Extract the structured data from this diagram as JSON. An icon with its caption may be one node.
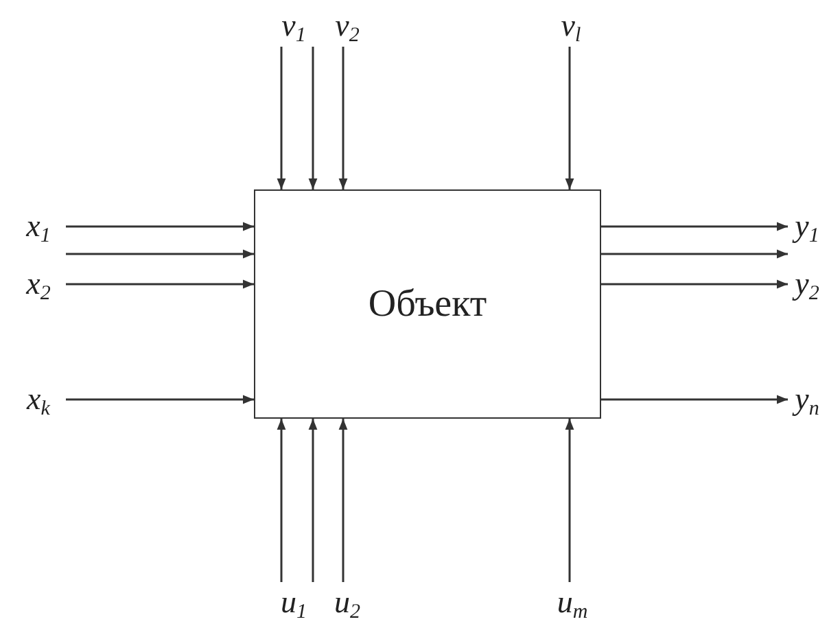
{
  "diagram": {
    "nodes": [
      {
        "text": [
          "Объект"
        ]
      },
      {
        "text": [
          "x$_{1}$"
        ]
      },
      {
        "text": [
          "x$_{2}$"
        ]
      },
      {
        "text": [
          "x$_{k}$"
        ]
      },
      {
        "text": [
          "v$_{1}$"
        ]
      },
      {
        "text": [
          "v$_{2}$"
        ]
      },
      {
        "text": [
          "v$_{l}$"
        ]
      },
      {
        "text": [
          "y$_{1}$"
        ]
      },
      {
        "text": [
          "y$_{2}$"
        ]
      },
      {
        "text": [
          "y$_{n}$"
        ]
      },
      {
        "text": [
          "u$_{1}$"
        ]
      },
      {
        "text": [
          "u$_{2}$"
        ]
      },
      {
        "text": [
          "u$_{m}$"
        ]
      }
    ],
    "edges": [
      {
        "from": 1,
        "to": 0,
        "arrow": "to"
      },
      {
        "from": 1,
        "to": 0,
        "arrow": "to"
      },
      {
        "from": 2,
        "to": 0,
        "arrow": "to"
      },
      {
        "from": 3,
        "to": 0,
        "arrow": "to"
      },
      {
        "from": 4,
        "to": 0,
        "arrow": "to"
      },
      {
        "from": 4,
        "to": 0,
        "arrow": "to"
      },
      {
        "from": 5,
        "to": 0,
        "arrow": "to"
      },
      {
        "from": 6,
        "to": 0,
        "arrow": "to"
      },
      {
        "from": 0,
        "to": 7,
        "arrow": "to"
      },
      {
        "from": 0,
        "to": 7,
        "arrow": "to"
      },
      {
        "from": 0,
        "to": 8,
        "arrow": "to"
      },
      {
        "from": 0,
        "to": 9,
        "arrow": "to"
      },
      {
        "from": 10,
        "to": 0,
        "arrow": "to"
      },
      {
        "from": 10,
        "to": 0,
        "arrow": "to"
      },
      {
        "from": 11,
        "to": 0,
        "arrow": "to"
      },
      {
        "from": 12,
        "to": 0,
        "arrow": "to"
      }
    ]
  }
}
